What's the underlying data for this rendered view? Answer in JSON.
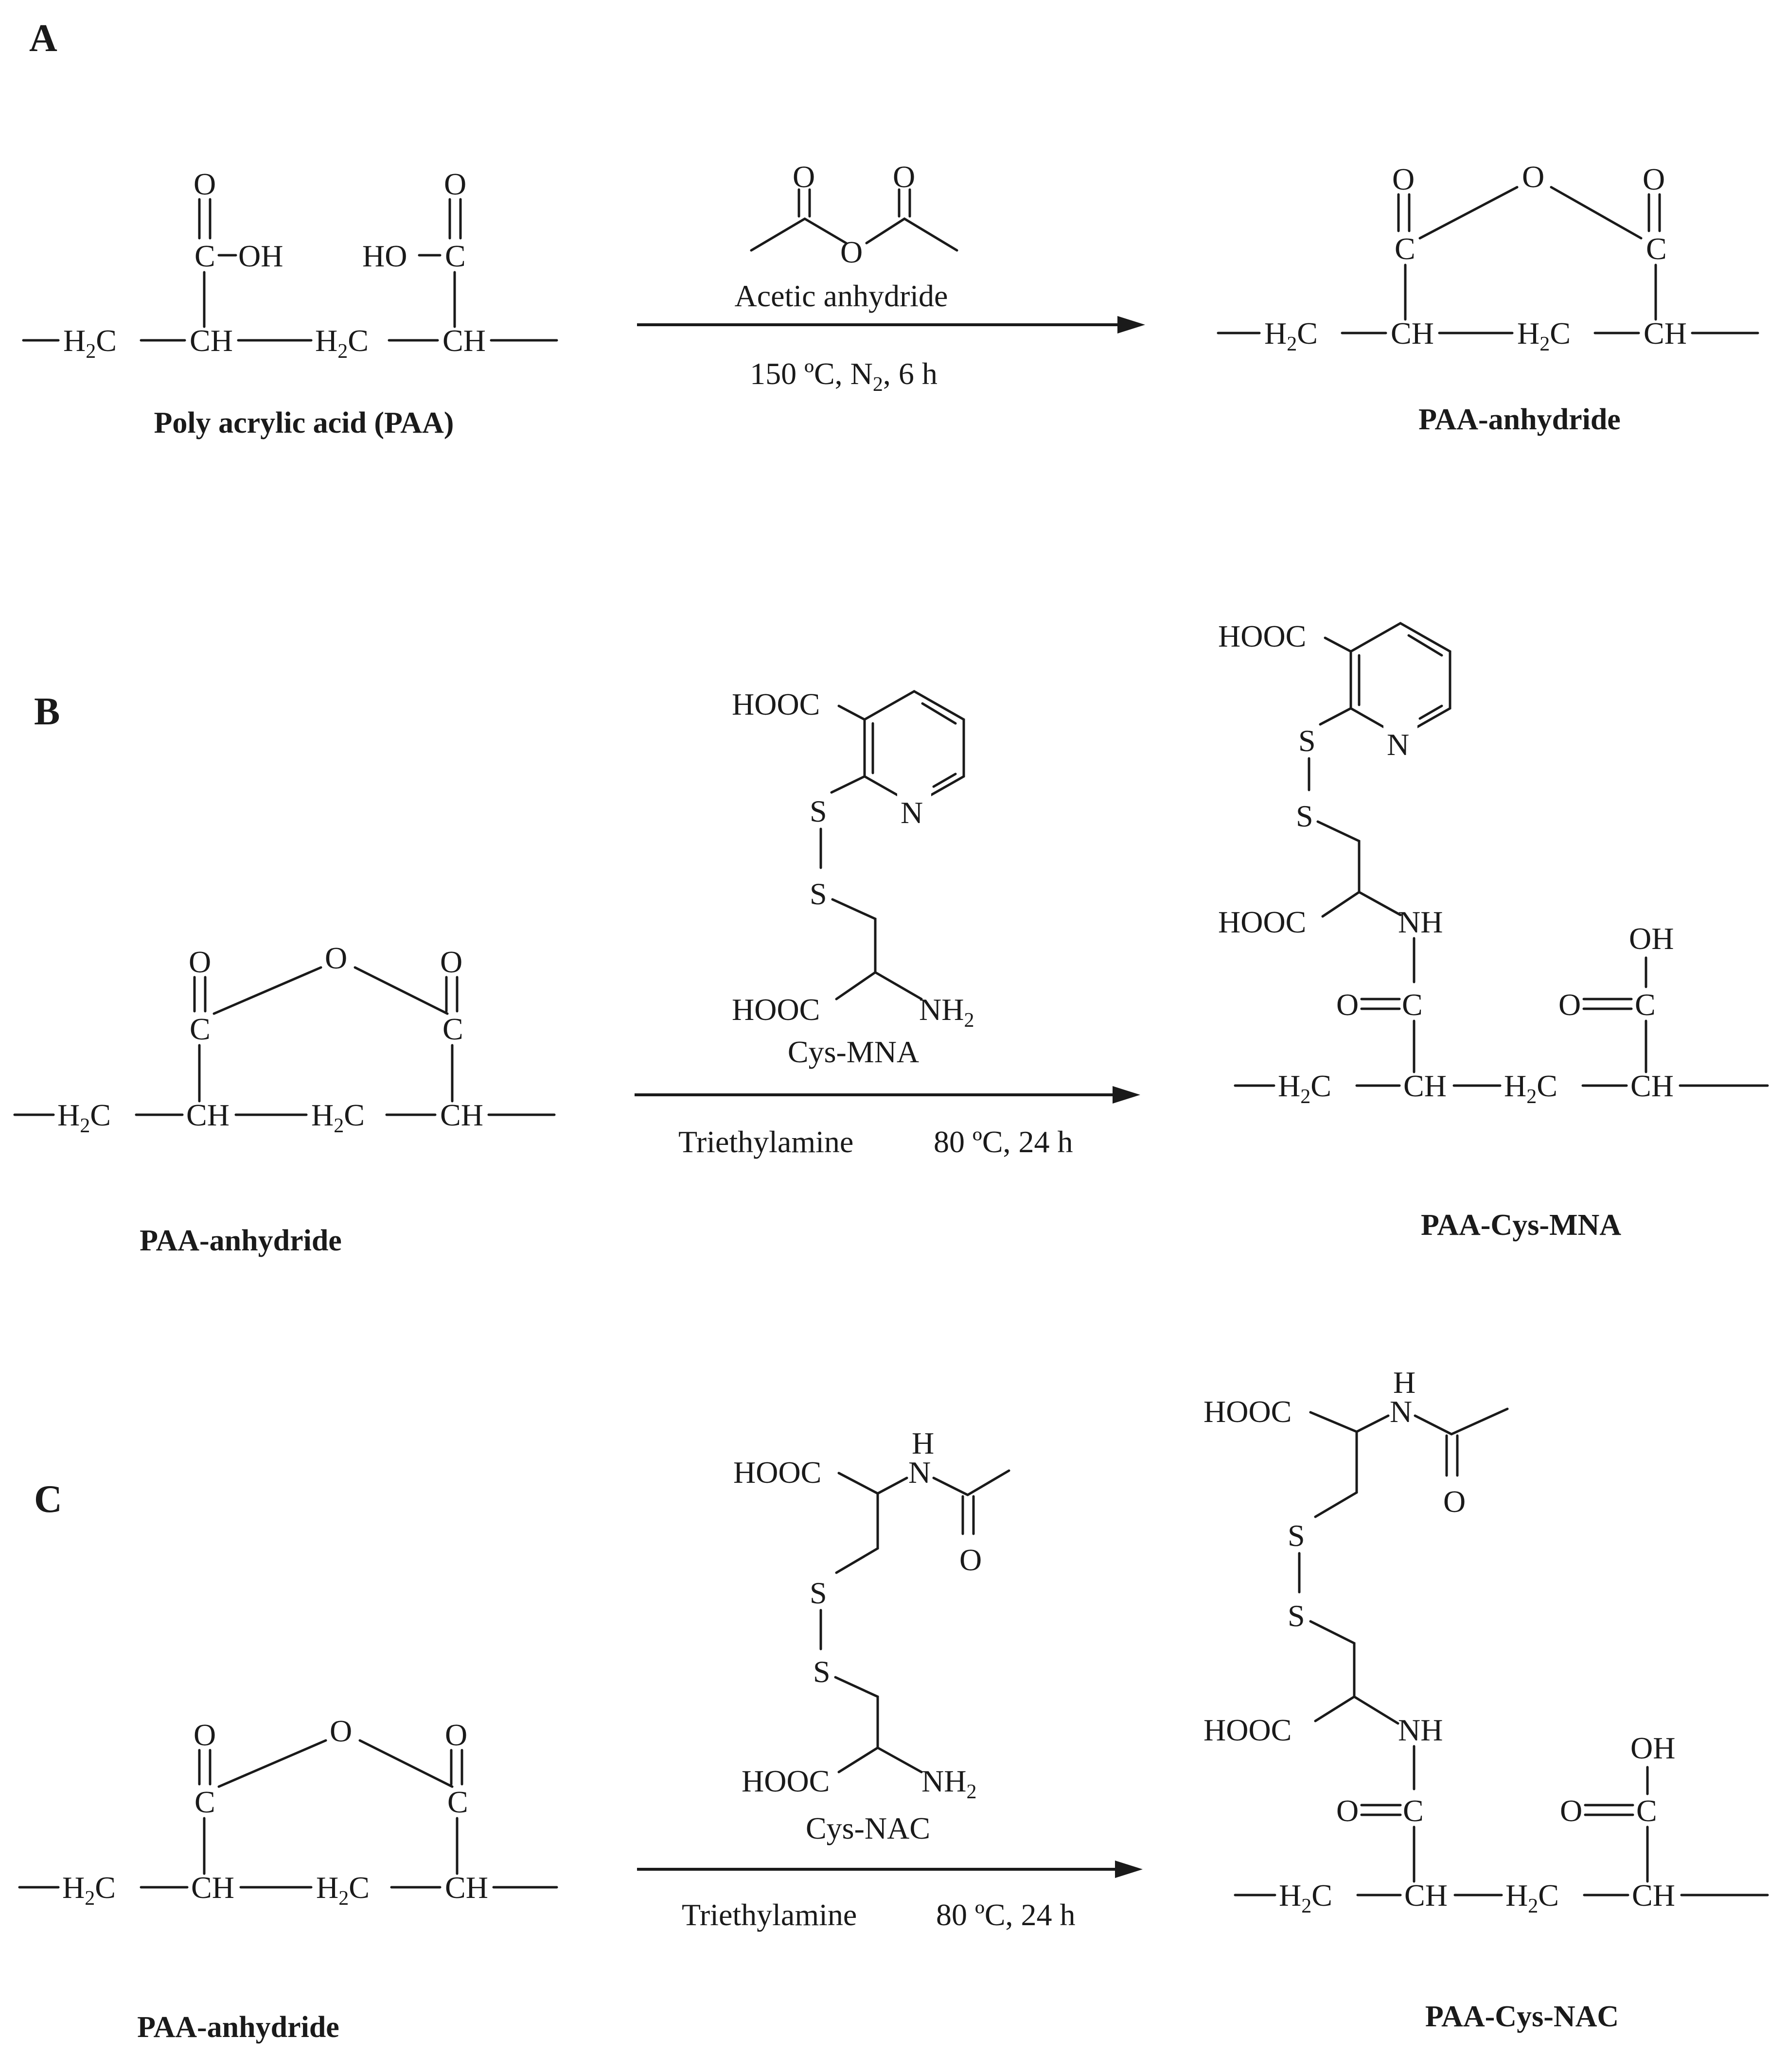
{
  "panels": {
    "a": {
      "label": "A",
      "reagent_name": "Acetic anhydride",
      "condition_prefix": "150 ºC, N",
      "condition_sub": "2",
      "condition_suffix": ", 6 h",
      "reactant_name": "Poly acrylic acid (PAA)",
      "product_name": "PAA-anhydride"
    },
    "b": {
      "label": "B",
      "reagent_name": "Cys-MNA",
      "condition_base": "Triethylamine",
      "condition_temp": "80 ºC, 24 h",
      "reactant_name": "PAA-anhydride",
      "product_name": "PAA-Cys-MNA"
    },
    "c": {
      "label": "C",
      "reagent_name": "Cys-NAC",
      "condition_base": "Triethylamine",
      "condition_temp": "80 ºC, 24 h",
      "reactant_name": "PAA-anhydride",
      "product_name": "PAA-Cys-NAC"
    }
  },
  "atoms": {
    "o": "O",
    "c": "C",
    "ch": "CH",
    "h2c_h": "H",
    "h2c_2": "2",
    "h2c_c": "C",
    "oh": "OH",
    "ho": "HO",
    "hooc": "HOOC",
    "s": "S",
    "n": "N",
    "nh": "NH",
    "h": "H",
    "nh2_nh": "NH",
    "nh2_2": "2"
  }
}
